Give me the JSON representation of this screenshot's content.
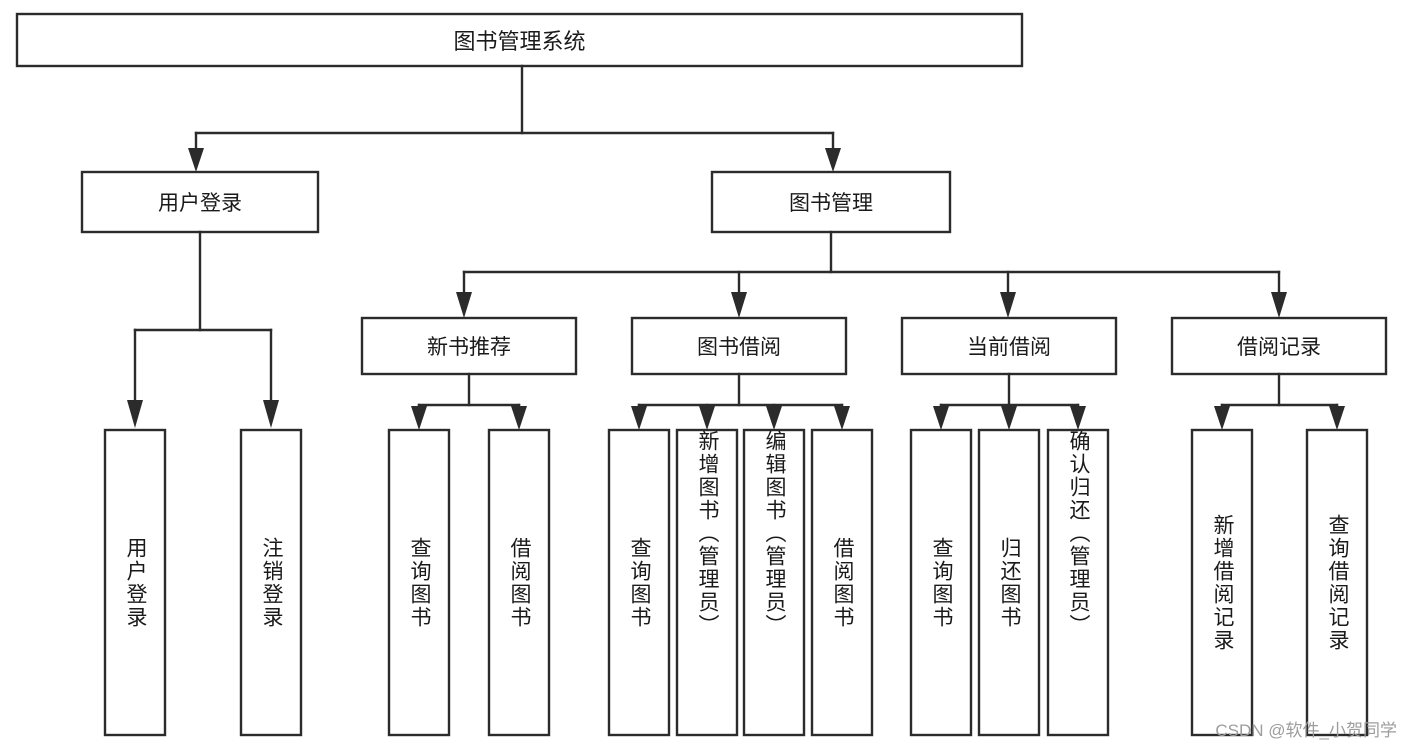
{
  "diagram": {
    "type": "tree-hierarchy",
    "title": "图书管理系统",
    "root": {
      "id": "root",
      "label": "图书管理系统",
      "orientation": "horizontal"
    },
    "level2": [
      {
        "id": "user-login",
        "label": "用户登录",
        "orientation": "horizontal"
      },
      {
        "id": "book-manage",
        "label": "图书管理",
        "orientation": "horizontal"
      }
    ],
    "level3": [
      {
        "id": "new-book-recommend",
        "label": "新书推荐",
        "orientation": "horizontal",
        "parent": "book-manage"
      },
      {
        "id": "book-borrow",
        "label": "图书借阅",
        "orientation": "horizontal",
        "parent": "book-manage"
      },
      {
        "id": "current-borrow",
        "label": "当前借阅",
        "orientation": "horizontal",
        "parent": "book-manage"
      },
      {
        "id": "borrow-record",
        "label": "借阅记录",
        "orientation": "horizontal",
        "parent": "book-manage"
      }
    ],
    "leaves": [
      {
        "id": "leaf-user-login",
        "label": "用户登录",
        "orientation": "vertical",
        "parent": "user-login"
      },
      {
        "id": "leaf-user-logout",
        "label": "注销登录",
        "orientation": "vertical",
        "parent": "user-login"
      },
      {
        "id": "leaf-query-book-1",
        "label": "查询图书",
        "orientation": "vertical",
        "parent": "new-book-recommend"
      },
      {
        "id": "leaf-borrow-book-1",
        "label": "借阅图书",
        "orientation": "vertical",
        "parent": "new-book-recommend"
      },
      {
        "id": "leaf-query-book-2",
        "label": "查询图书",
        "orientation": "vertical",
        "parent": "book-borrow"
      },
      {
        "id": "leaf-add-book",
        "label": "新增图书（管理员）",
        "orientation": "vertical",
        "parent": "book-borrow"
      },
      {
        "id": "leaf-edit-book",
        "label": "编辑图书（管理员）",
        "orientation": "vertical",
        "parent": "book-borrow"
      },
      {
        "id": "leaf-borrow-book-2",
        "label": "借阅图书",
        "orientation": "vertical",
        "parent": "book-borrow"
      },
      {
        "id": "leaf-query-book-3",
        "label": "查询图书",
        "orientation": "vertical",
        "parent": "current-borrow"
      },
      {
        "id": "leaf-return-book",
        "label": "归还图书",
        "orientation": "vertical",
        "parent": "current-borrow"
      },
      {
        "id": "leaf-confirm-return",
        "label": "确认归还（管理员）",
        "orientation": "vertical",
        "parent": "current-borrow"
      },
      {
        "id": "leaf-add-record",
        "label": "新增借阅记录",
        "orientation": "vertical",
        "parent": "borrow-record"
      },
      {
        "id": "leaf-query-record",
        "label": "查询借阅记录",
        "orientation": "vertical",
        "parent": "borrow-record"
      }
    ],
    "colors": {
      "stroke": "#2b2b2b",
      "fill": "#ffffff",
      "text": "#1a1a1a",
      "watermark": "#9d9d9d",
      "background": "#ffffff"
    }
  },
  "watermark": {
    "text": "CSDN @软件_小贺同学"
  }
}
